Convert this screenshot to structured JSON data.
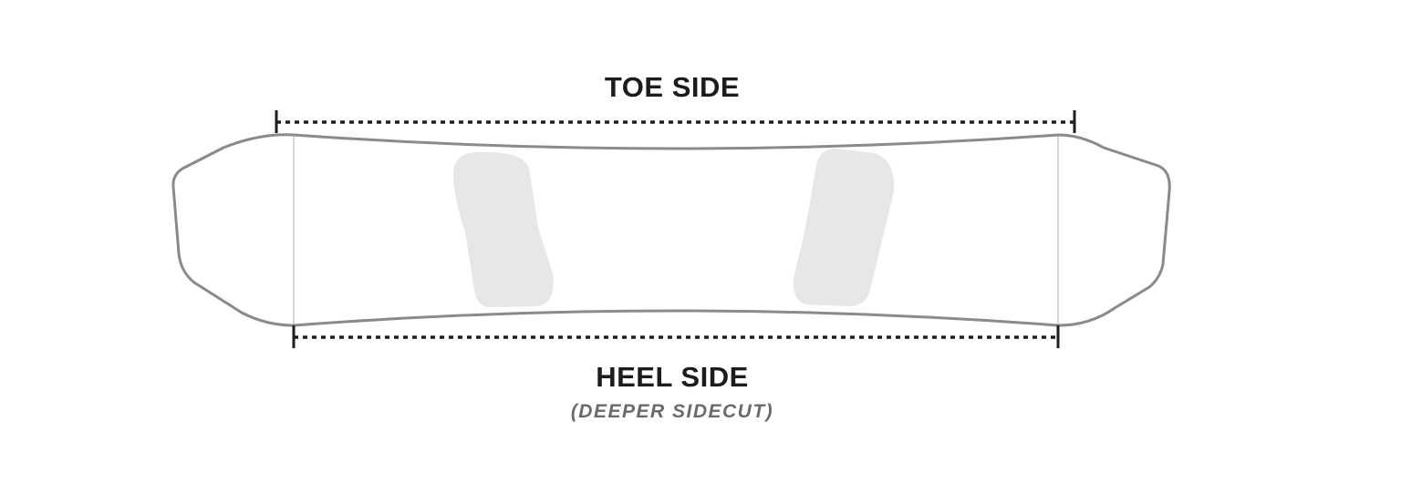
{
  "diagram": {
    "labels": {
      "toe_side": "TOE SIDE",
      "heel_side": "HEEL SIDE",
      "heel_note": "(DEEPER SIDECUT)"
    },
    "colors": {
      "board_outline": "#8a8a8a",
      "binding_fill": "#e5e7e8",
      "contact_line": "#c8c8c8",
      "dotted_line": "#1e1e1e",
      "text": "#1c1c1c",
      "subtext": "#6a6a6a"
    }
  }
}
